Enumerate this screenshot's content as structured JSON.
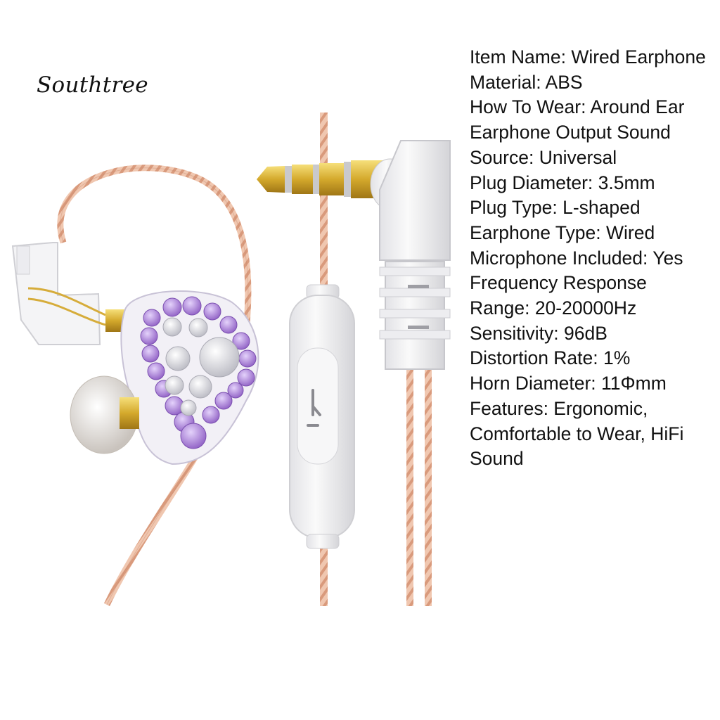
{
  "brand": "Southtree",
  "spec_lines": [
    "Item Name: Wired Earphone",
    "Material: ABS",
    "How To Wear: Around Ear",
    "Earphone Output Sound",
    "Source: Universal",
    "Plug Diameter: 3.5mm",
    "Plug Type: L-shaped",
    "Earphone Type: Wired",
    "Microphone Included: Yes",
    "Frequency Response",
    "Range: 20-20000Hz",
    "Sensitivity: 96dB",
    "Distortion Rate: 1%",
    "Horn Diameter: 11Φmm",
    "Features: Ergonomic,",
    "Comfortable to Wear, HiFi",
    "Sound"
  ],
  "colors": {
    "cable": "#e9b59a",
    "cable_strand": "#c98a6e",
    "crystal_purple": "#b08ad8",
    "crystal_white": "#e8e8ee",
    "gold": "#d9b23a",
    "shell": "#f1f1f3"
  }
}
